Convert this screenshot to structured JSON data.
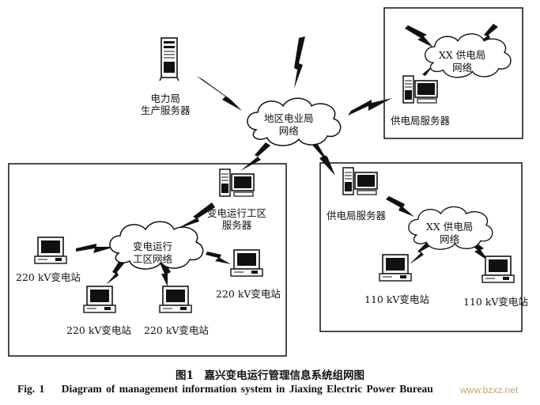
{
  "nodes": {
    "power_bureau_server": "电力局\n生产服务器",
    "region_cloud": "地区电业局\n网络",
    "xx_cloud_top": "XX 供电局\n网络",
    "supply_server_top": "供电局服务器",
    "ops_area_server": "变电运行工区\n服务器",
    "ops_area_cloud": "变电运行\n工区网络",
    "supply_server_right": "供电局服务器",
    "xx_cloud_right": "XX 供电局\n网络",
    "substation_220_a": "220 kV变电站",
    "substation_220_b": "220 kV变电站",
    "substation_220_c": "220 kV变电站",
    "substation_220_d": "220 kV变电站",
    "substation_110_a": "110 kV变电站",
    "substation_110_b": "110 kV变电站"
  },
  "caption": {
    "cn": "图1　嘉兴变电运行管理信息系统组网图",
    "en_prefix": "Fig. 1",
    "en_title": "Diagram of management information system in Jiaxing Electric Power Bureau"
  },
  "watermark": "www.bzxz.net"
}
